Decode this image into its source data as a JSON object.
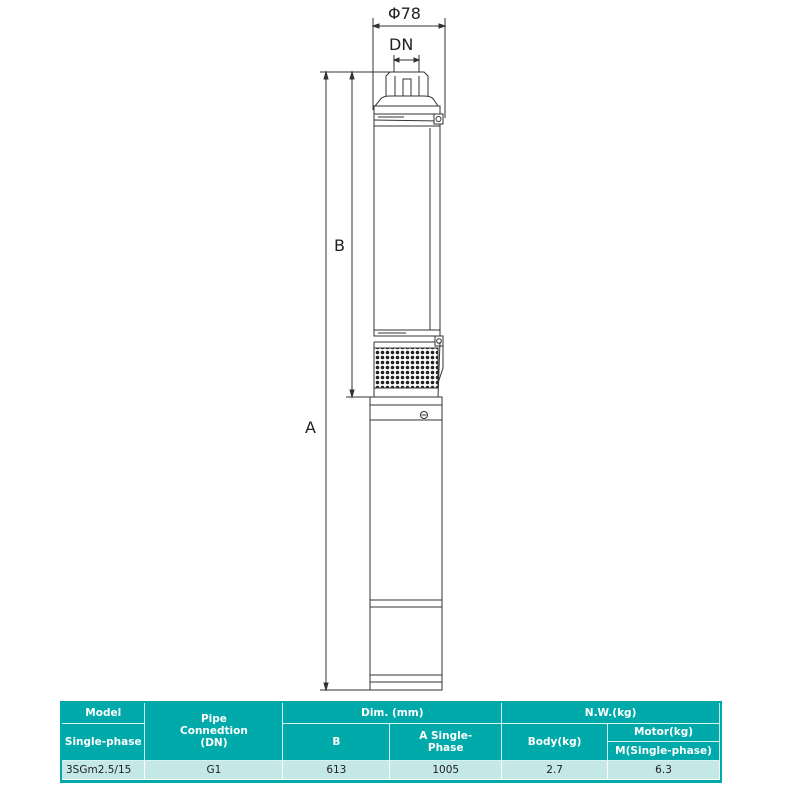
{
  "diagram": {
    "labels": {
      "diameter": "Φ78",
      "pipe": "DN",
      "dim_b": "B",
      "dim_a": "A"
    }
  },
  "table": {
    "headers": {
      "model": "Model",
      "model_sub": "Single-phase",
      "pipe": "Pipe Connedtion (DN)",
      "dim": "Dim. (mm)",
      "b": "B",
      "a": "A Single-Phase",
      "nw": "N.W.(kg)",
      "body": "Body(kg)",
      "motor": "Motor(kg)",
      "motor_sub": "M(Single-phase)"
    },
    "rows": [
      {
        "model": "3SGm2.5/15",
        "pipe": "G1",
        "b": "613",
        "a": "1005",
        "body": "2.7",
        "motor": "6.3"
      }
    ]
  }
}
